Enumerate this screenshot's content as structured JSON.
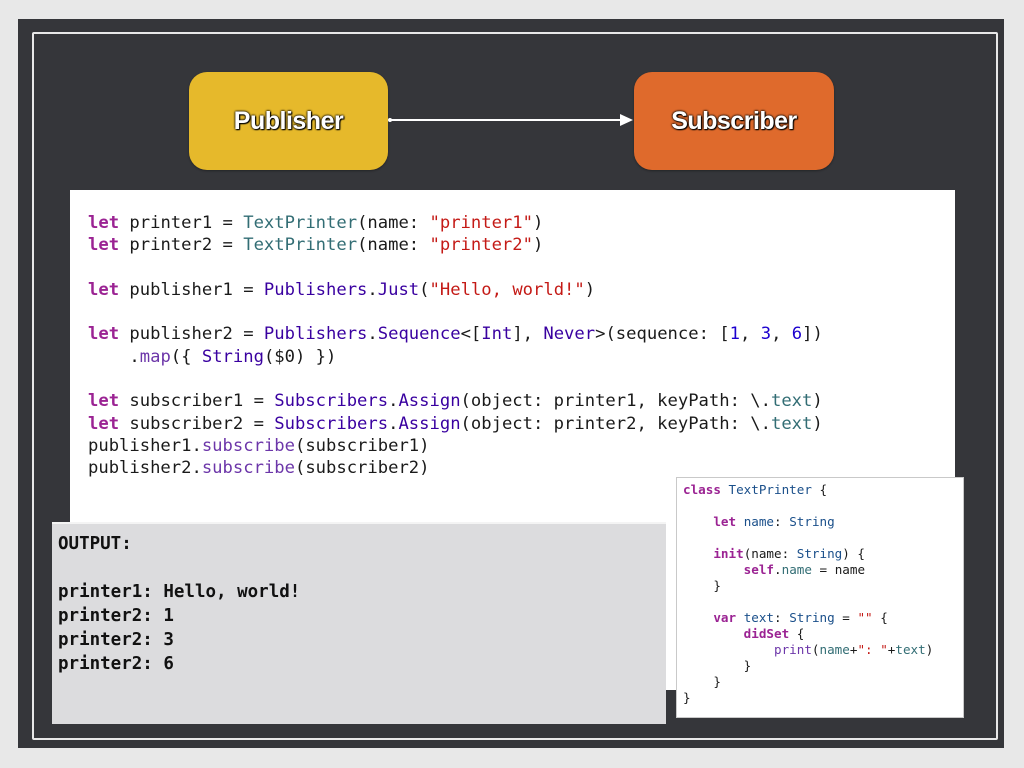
{
  "diagram": {
    "publisher_label": "Publisher",
    "subscriber_label": "Subscriber",
    "colors": {
      "publisher": "#e6b92b",
      "subscriber": "#df6a2c",
      "background": "#35363a"
    }
  },
  "main_code": {
    "lines": [
      [
        [
          "kw",
          "let"
        ],
        [
          "p",
          " printer1 = "
        ],
        [
          "pr",
          "TextPrinter"
        ],
        [
          "p",
          "(name: "
        ],
        [
          "str",
          "\"printer1\""
        ],
        [
          "p",
          ")"
        ]
      ],
      [
        [
          "kw",
          "let"
        ],
        [
          "p",
          " printer2 = "
        ],
        [
          "pr",
          "TextPrinter"
        ],
        [
          "p",
          "(name: "
        ],
        [
          "str",
          "\"printer2\""
        ],
        [
          "p",
          ")"
        ]
      ],
      [],
      [
        [
          "kw",
          "let"
        ],
        [
          "p",
          " publisher1 = "
        ],
        [
          "ty",
          "Publishers"
        ],
        [
          "p",
          "."
        ],
        [
          "ty",
          "Just"
        ],
        [
          "p",
          "("
        ],
        [
          "str",
          "\"Hello, world!\""
        ],
        [
          "p",
          ")"
        ]
      ],
      [],
      [
        [
          "kw",
          "let"
        ],
        [
          "p",
          " publisher2 = "
        ],
        [
          "ty",
          "Publishers"
        ],
        [
          "p",
          "."
        ],
        [
          "ty",
          "Sequence"
        ],
        [
          "p",
          "<["
        ],
        [
          "ty",
          "Int"
        ],
        [
          "p",
          "], "
        ],
        [
          "ty",
          "Never"
        ],
        [
          "p",
          ">(sequence: ["
        ],
        [
          "num",
          "1"
        ],
        [
          "p",
          ", "
        ],
        [
          "num",
          "3"
        ],
        [
          "p",
          ", "
        ],
        [
          "num",
          "6"
        ],
        [
          "p",
          "])"
        ]
      ],
      [
        [
          "p",
          "    ."
        ],
        [
          "fn",
          "map"
        ],
        [
          "p",
          "({ "
        ],
        [
          "ty",
          "String"
        ],
        [
          "p",
          "($0) })"
        ]
      ],
      [],
      [
        [
          "kw",
          "let"
        ],
        [
          "p",
          " subscriber1 = "
        ],
        [
          "ty",
          "Subscribers"
        ],
        [
          "p",
          "."
        ],
        [
          "ty",
          "Assign"
        ],
        [
          "p",
          "(object: printer1, keyPath: \\."
        ],
        [
          "pr",
          "text"
        ],
        [
          "p",
          ")"
        ]
      ],
      [
        [
          "kw",
          "let"
        ],
        [
          "p",
          " subscriber2 = "
        ],
        [
          "ty",
          "Subscribers"
        ],
        [
          "p",
          "."
        ],
        [
          "ty",
          "Assign"
        ],
        [
          "p",
          "(object: printer2, keyPath: \\."
        ],
        [
          "pr",
          "text"
        ],
        [
          "p",
          ")"
        ]
      ],
      [
        [
          "p",
          "publisher1."
        ],
        [
          "fn",
          "subscribe"
        ],
        [
          "p",
          "(subscriber1)"
        ]
      ],
      [
        [
          "p",
          "publisher2."
        ],
        [
          "fn",
          "subscribe"
        ],
        [
          "p",
          "(subscriber2)"
        ]
      ]
    ]
  },
  "class_code": {
    "lines": [
      [
        [
          "kw",
          "class"
        ],
        [
          "p",
          " "
        ],
        [
          "ty2",
          "TextPrinter"
        ],
        [
          "p",
          " {"
        ]
      ],
      [],
      [
        [
          "p",
          "    "
        ],
        [
          "kw",
          "let"
        ],
        [
          "p",
          " "
        ],
        [
          "ty2",
          "name"
        ],
        [
          "p",
          ": "
        ],
        [
          "ty2",
          "String"
        ]
      ],
      [],
      [
        [
          "p",
          "    "
        ],
        [
          "kw",
          "init"
        ],
        [
          "p",
          "(name: "
        ],
        [
          "ty2",
          "String"
        ],
        [
          "p",
          ") {"
        ]
      ],
      [
        [
          "p",
          "        "
        ],
        [
          "kw",
          "self"
        ],
        [
          "p",
          "."
        ],
        [
          "pr",
          "name"
        ],
        [
          "p",
          " = name"
        ]
      ],
      [
        [
          "p",
          "    }"
        ]
      ],
      [],
      [
        [
          "p",
          "    "
        ],
        [
          "kw",
          "var"
        ],
        [
          "p",
          " "
        ],
        [
          "ty2",
          "text"
        ],
        [
          "p",
          ": "
        ],
        [
          "ty2",
          "String"
        ],
        [
          "p",
          " = "
        ],
        [
          "str",
          "\"\""
        ],
        [
          "p",
          " {"
        ]
      ],
      [
        [
          "p",
          "        "
        ],
        [
          "kw",
          "didSet"
        ],
        [
          "p",
          " {"
        ]
      ],
      [
        [
          "p",
          "            "
        ],
        [
          "fn",
          "print"
        ],
        [
          "p",
          "("
        ],
        [
          "pr",
          "name"
        ],
        [
          "p",
          "+"
        ],
        [
          "str",
          "\": \""
        ],
        [
          "p",
          "+"
        ],
        [
          "pr",
          "text"
        ],
        [
          "p",
          ")"
        ]
      ],
      [
        [
          "p",
          "        }"
        ]
      ],
      [
        [
          "p",
          "    }"
        ]
      ],
      [
        [
          "p",
          "}"
        ]
      ]
    ]
  },
  "output": {
    "header": "OUTPUT:",
    "lines": [
      "printer1: Hello, world!",
      "printer2: 1",
      "printer2: 3",
      "printer2: 6"
    ]
  }
}
